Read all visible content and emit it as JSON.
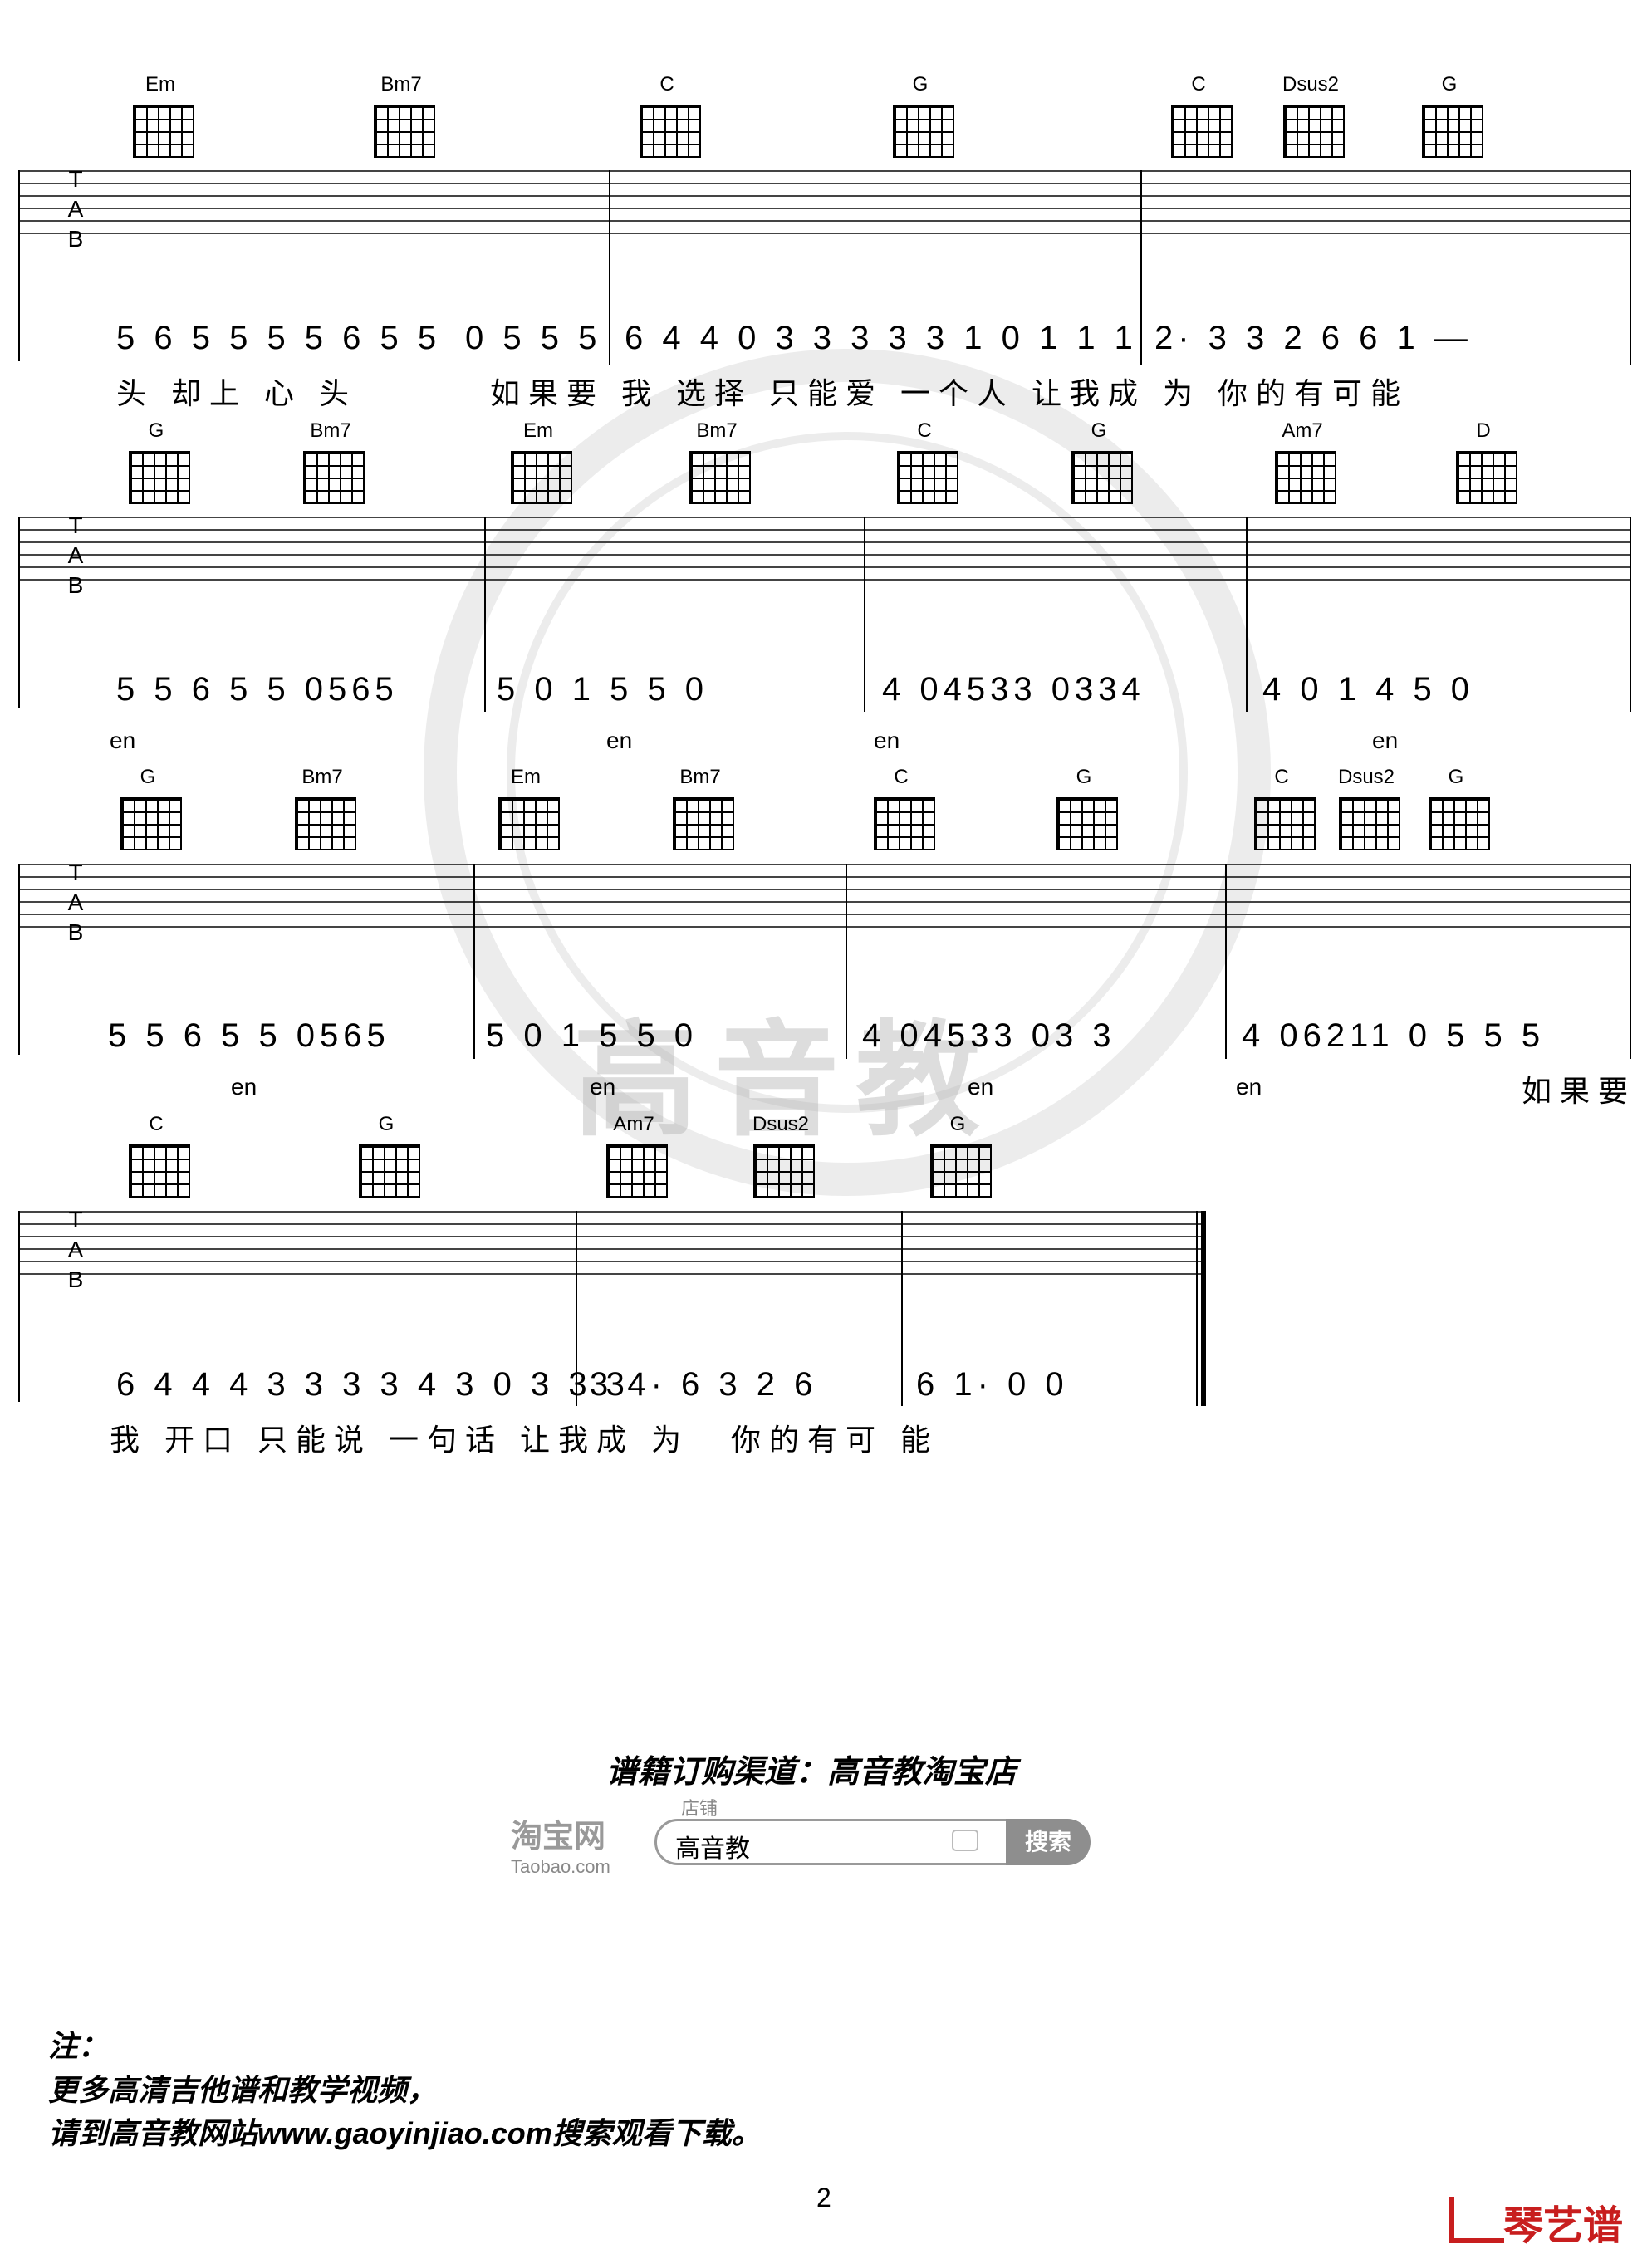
{
  "systems": [
    {
      "chords": [
        {
          "name": "Em"
        },
        {
          "name": "Bm7"
        },
        {
          "name": "C"
        },
        {
          "name": "G"
        },
        {
          "name": "C"
        },
        {
          "name": "Dsus2"
        },
        {
          "name": "G"
        }
      ],
      "jianpu": [
        "5 6 5 5 5 5 6 5 5",
        "0 5 5 5",
        "6  4 4 0 3 3 3 3 3 1 0 1 1 1",
        "2·  3 3 2 6 6 1    —"
      ],
      "lyrics": [
        "头 却上 心 头",
        "如果要  我 选择  只能爱 一个人  让我成 为  你的有可能"
      ]
    },
    {
      "chords": [
        {
          "name": "G"
        },
        {
          "name": "Bm7"
        },
        {
          "name": "Em"
        },
        {
          "name": "Bm7"
        },
        {
          "name": "C"
        },
        {
          "name": "G"
        },
        {
          "name": "Am7"
        },
        {
          "name": "D"
        }
      ],
      "jianpu": [
        "5    5 6 5 5   0565",
        "5   0 1  5 5     0",
        "4  04533   0334",
        "4   0 1  4 5     0"
      ],
      "en": [
        "en",
        "en",
        "en",
        "en"
      ]
    },
    {
      "chords": [
        {
          "name": "G"
        },
        {
          "name": "Bm7"
        },
        {
          "name": "Em"
        },
        {
          "name": "Bm7"
        },
        {
          "name": "C"
        },
        {
          "name": "G"
        },
        {
          "name": "C"
        },
        {
          "name": "Dsus2"
        },
        {
          "name": "G"
        }
      ],
      "jianpu": [
        "5    5 6 5 5   0565",
        "5   0 1  5 5     0",
        "4  04533   03 3",
        "4   06211   0 5 5 5"
      ],
      "en": [
        "en",
        "en",
        "en",
        "en"
      ],
      "lyrics": [
        "如果要"
      ]
    },
    {
      "chords": [
        {
          "name": "C"
        },
        {
          "name": "G"
        },
        {
          "name": "Am7"
        },
        {
          "name": "Dsus2"
        },
        {
          "name": "G"
        }
      ],
      "jianpu": [
        "6  4 4 4 3 3 3 3 4 3 0 3 3 3",
        "3  4·    6  3  2  6",
        "6  1·     0    0"
      ],
      "lyrics": [
        "我 开口  只能说 一句话   让我成  为",
        "你的有可  能"
      ]
    }
  ],
  "footer": {
    "shop_title": "谱籍订购渠道：高音教淘宝店",
    "taobao_logo": "淘宝网",
    "taobao_domain": "Taobao.com",
    "search_tab": "店铺",
    "search_value": "高音教",
    "search_button": "搜索",
    "note_label": "注：",
    "note_line1": "更多高清吉他谱和教学视频，",
    "note_line2": "请到高音教网站www.gaoyinjiao.com搜索观看下载。",
    "page_number": "2",
    "brand": "琴艺谱"
  },
  "watermark_text": "高音教"
}
